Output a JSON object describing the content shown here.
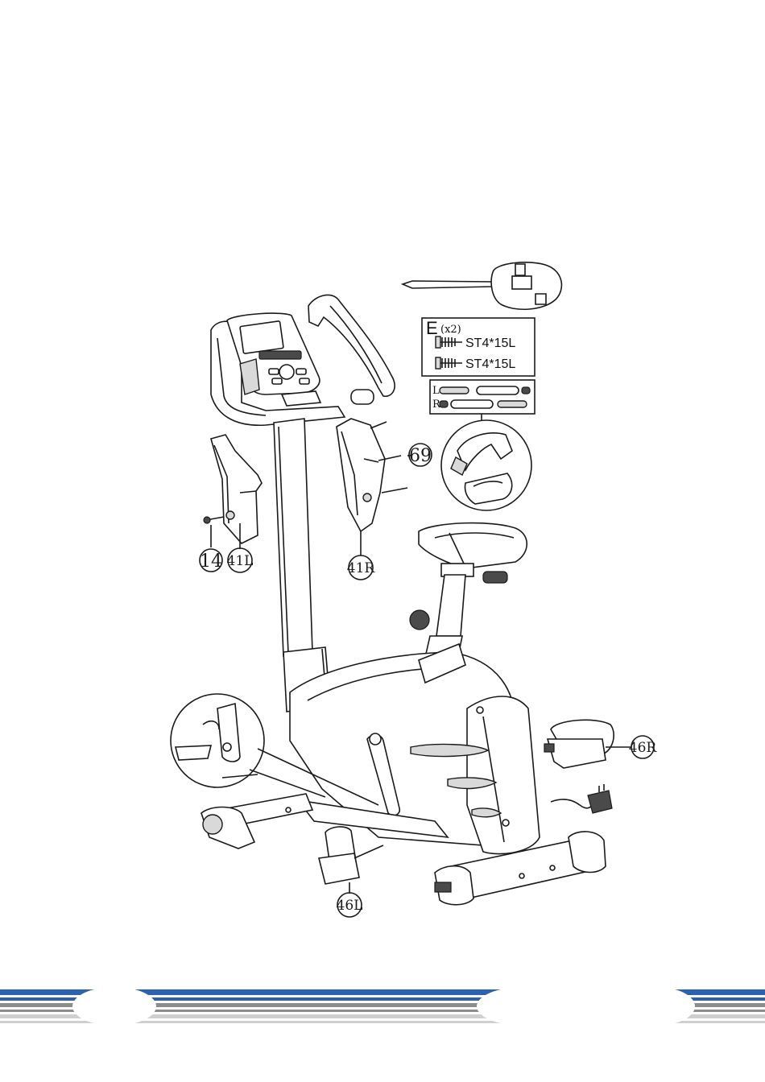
{
  "hardware": {
    "letter": "E",
    "quantity": "(x2)",
    "items": [
      "ST4*15L",
      "ST4*15L"
    ]
  },
  "callouts": {
    "c14": "14",
    "c41L": "41L",
    "c41R": "41R",
    "c69": "69",
    "c46R": "46R",
    "c46L": "46L"
  },
  "pedal_strap_marks": {
    "left": "L",
    "right": "R"
  },
  "footer": {
    "stripe_colors": [
      "#2b62b0",
      "#8c8c8c",
      "#cfcfcf"
    ]
  }
}
